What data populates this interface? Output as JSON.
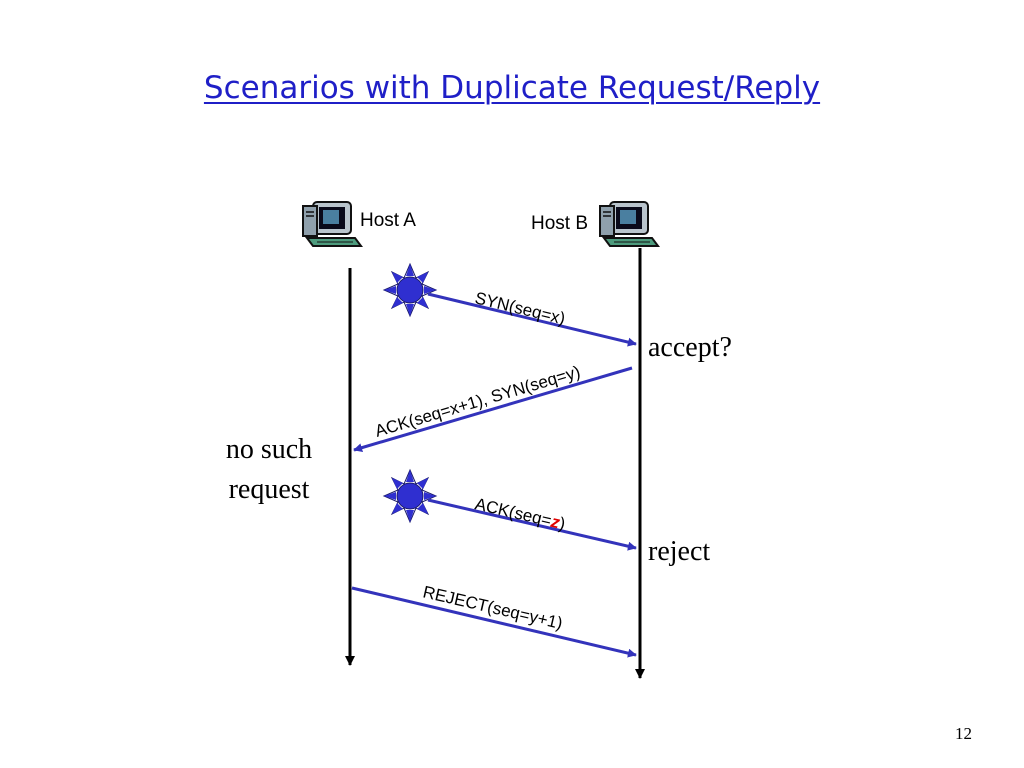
{
  "slide": {
    "title": "Scenarios with Duplicate Request/Reply",
    "page_number": "12"
  },
  "hosts": {
    "a_label": "Host A",
    "b_label": "Host B"
  },
  "messages": {
    "syn": "SYN(seq=x)",
    "ack_syn": "ACK(seq=x+1), SYN(seq=y)",
    "ack_prefix": "ACK(seq=",
    "ack_var": "z",
    "ack_suffix": ")",
    "reject_msg": "REJECT(seq=y+1)"
  },
  "notes": {
    "accept": "accept?",
    "no_such_line1": "no such",
    "no_such_line2": "request",
    "reject": "reject"
  },
  "colors": {
    "title": "#1f1fc7",
    "arrow": "#3333bb",
    "star": "#2f2fd0",
    "highlight": "#e00000"
  },
  "icons": [
    "computer-icon",
    "starburst-icon"
  ]
}
